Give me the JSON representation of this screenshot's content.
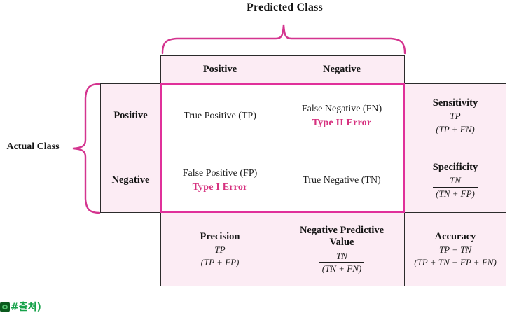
{
  "titles": {
    "predicted_class": "Predicted Class",
    "actual_class": "Actual Class"
  },
  "column_headers": {
    "corner": "",
    "positive": "Positive",
    "negative": "Negative",
    "blank_metric": ""
  },
  "row_headers": {
    "positive": "Positive",
    "negative": "Negative",
    "blank_bottom": ""
  },
  "cells": {
    "tp": {
      "label": "True Positive (TP)",
      "error": ""
    },
    "fn": {
      "label": "False Negative (FN)",
      "error": "Type II Error"
    },
    "fp": {
      "label": "False Positive (FP)",
      "error": "Type I Error"
    },
    "tn": {
      "label": "True Negative (TN)",
      "error": ""
    }
  },
  "metrics": {
    "sensitivity": {
      "name": "Sensitivity",
      "numerator": "TP",
      "denominator": "(TP + FN)"
    },
    "specificity": {
      "name": "Specificity",
      "numerator": "TN",
      "denominator": "(TN + FP)"
    },
    "precision": {
      "name": "Precision",
      "numerator": "TP",
      "denominator": "(TP + FP)"
    },
    "npv": {
      "name_line1": "Negative Predictive",
      "name_line2": "Value",
      "numerator": "TN",
      "denominator": "(TN + FN)"
    },
    "accuracy": {
      "name": "Accuracy",
      "numerator": "TP + TN",
      "denominator": "(TP + TN + FP + FN)"
    }
  },
  "watermark": {
    "text": "#출처)"
  },
  "colors": {
    "highlight_border": "#e0309a",
    "brace": "#d4348f",
    "error_text": "#d6317f",
    "cell_tint": "#fcecf4",
    "grid_border": "#2b2b2b",
    "watermark_text": "#17a24a",
    "watermark_badge": "#0b5a1e"
  }
}
